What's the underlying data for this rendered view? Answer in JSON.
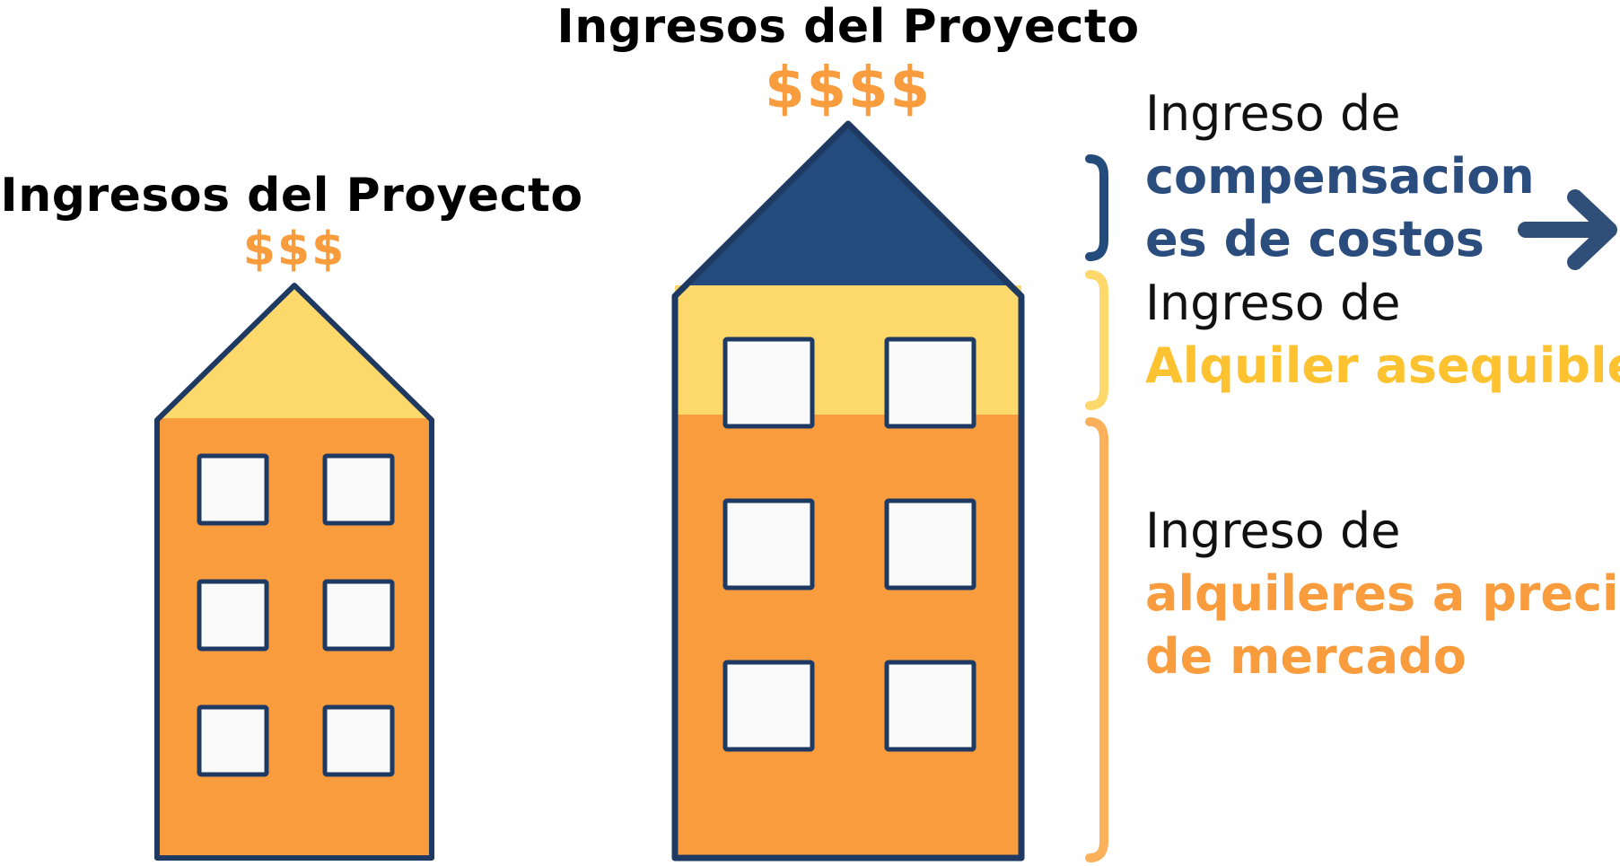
{
  "left_building": {
    "title": "Ingresos del Proyecto",
    "revenue": "$$$"
  },
  "right_building": {
    "title": "Ingresos del Proyecto",
    "revenue": "$$$$"
  },
  "legend": {
    "cost_offset": {
      "prefix": "Ingreso de",
      "line1": "compensacion",
      "line2": "es de costos"
    },
    "affordable": {
      "prefix": "Ingreso de",
      "line1": "Alquiler asequible"
    },
    "market": {
      "prefix": "Ingreso de",
      "line1": "alquileres a precio",
      "line2": "de mercado"
    }
  },
  "colors": {
    "navy": "#234b7c",
    "outline": "#1f3a62",
    "yellow": "#fdd86a",
    "orange": "#f89c3d",
    "light_orange": "#fbb15c",
    "window": "#fafafa",
    "label_navy": "#2a4d7d",
    "label_yellow": "#fcc230",
    "label_orange": "#f89c3d"
  }
}
